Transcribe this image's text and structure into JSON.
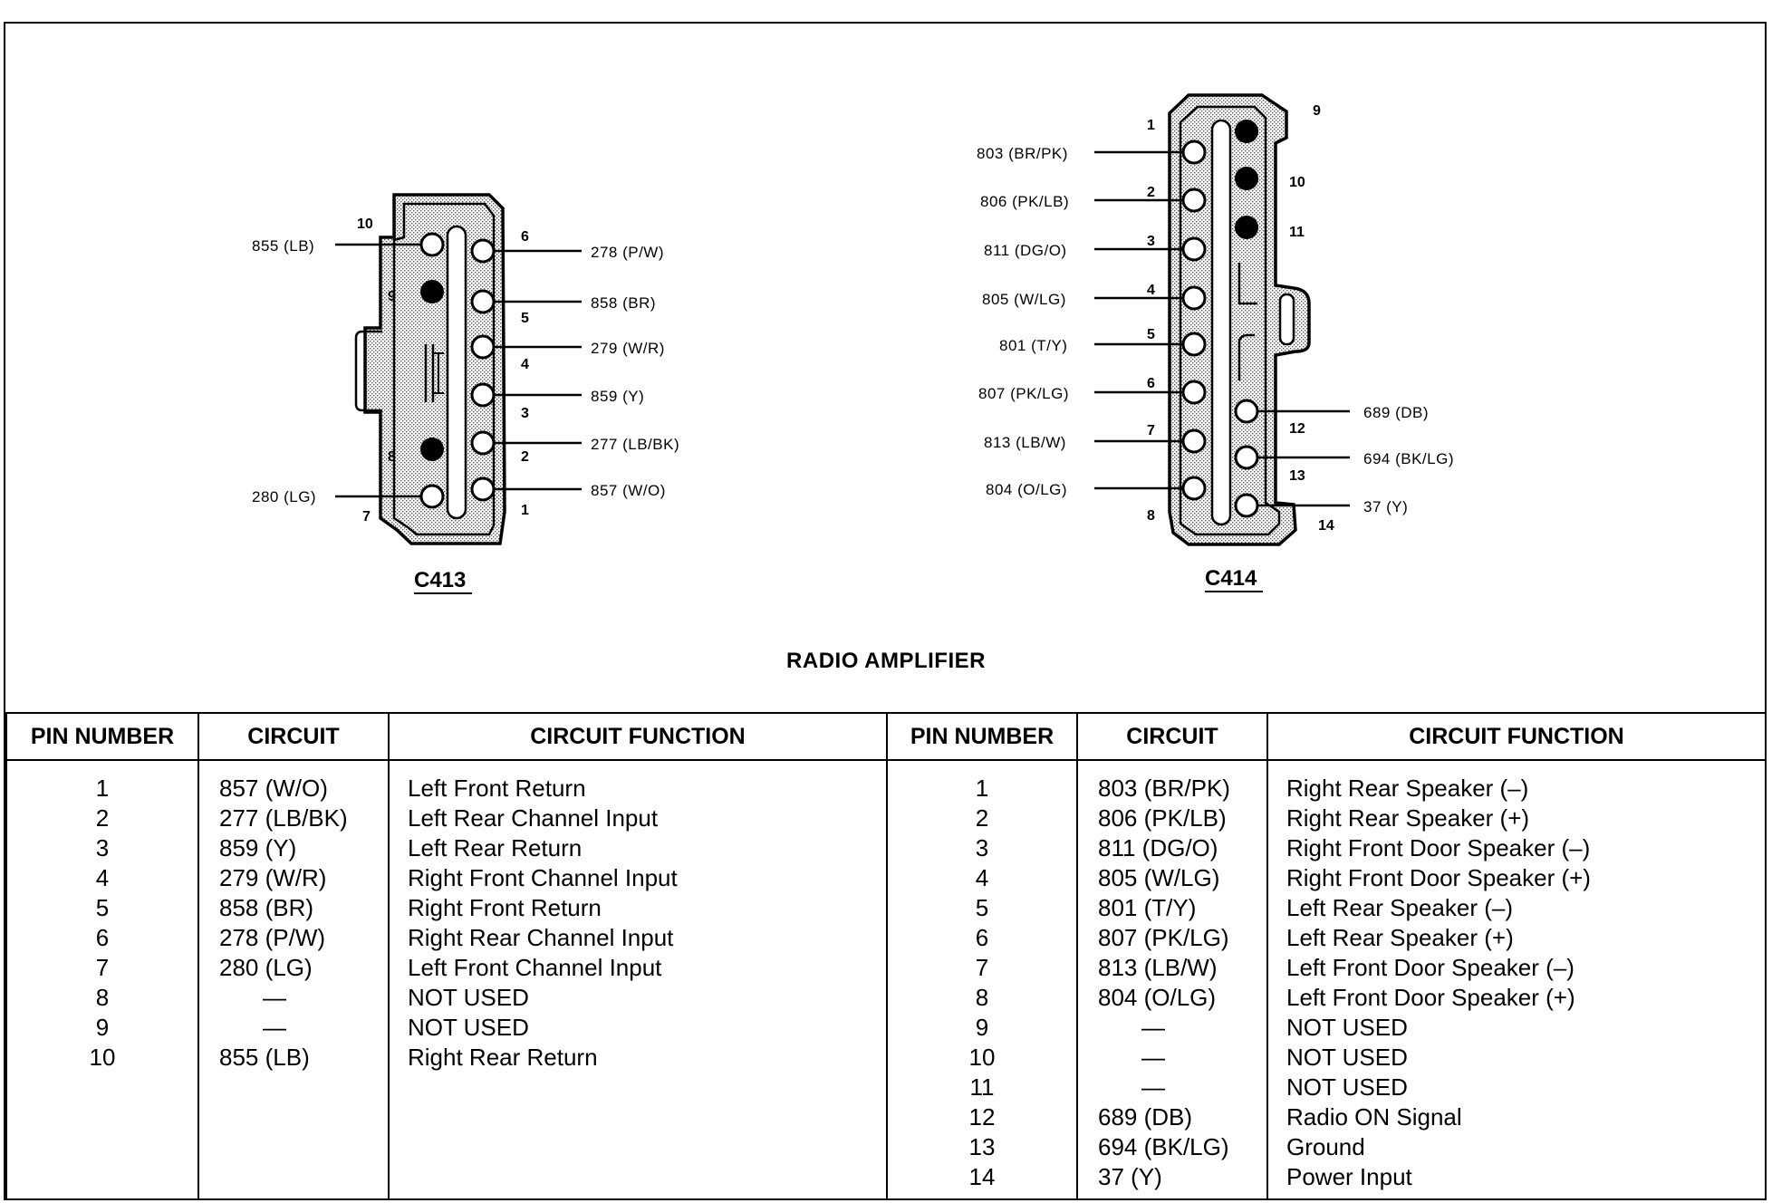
{
  "section_title": "RADIO AMPLIFIER",
  "connectors": {
    "c413": {
      "name": "C413",
      "pins": [
        {
          "num": "1",
          "circuit": "857 (W/O)"
        },
        {
          "num": "2",
          "circuit": "277 (LB/BK)"
        },
        {
          "num": "3",
          "circuit": "859 (Y)"
        },
        {
          "num": "4",
          "circuit": "279 (W/R)"
        },
        {
          "num": "5",
          "circuit": "858 (BR)"
        },
        {
          "num": "6",
          "circuit": "278 (P/W)"
        },
        {
          "num": "7",
          "circuit": "280 (LG)"
        },
        {
          "num": "8",
          "circuit": ""
        },
        {
          "num": "9",
          "circuit": ""
        },
        {
          "num": "10",
          "circuit": "855 (LB)"
        }
      ]
    },
    "c414": {
      "name": "C414",
      "pins": [
        {
          "num": "1",
          "circuit": "803 (BR/PK)"
        },
        {
          "num": "2",
          "circuit": "806 (PK/LB)"
        },
        {
          "num": "3",
          "circuit": "811 (DG/O)"
        },
        {
          "num": "4",
          "circuit": "805 (W/LG)"
        },
        {
          "num": "5",
          "circuit": "801 (T/Y)"
        },
        {
          "num": "6",
          "circuit": "807 (PK/LG)"
        },
        {
          "num": "7",
          "circuit": "813 (LB/W)"
        },
        {
          "num": "8",
          "circuit": "804 (O/LG)"
        },
        {
          "num": "9",
          "circuit": ""
        },
        {
          "num": "10",
          "circuit": ""
        },
        {
          "num": "11",
          "circuit": ""
        },
        {
          "num": "12",
          "circuit": "689 (DB)"
        },
        {
          "num": "13",
          "circuit": "694 (BK/LG)"
        },
        {
          "num": "14",
          "circuit": "37 (Y)"
        }
      ]
    }
  },
  "table": {
    "headers": {
      "pin_number": "PIN NUMBER",
      "circuit": "CIRCUIT",
      "circuit_function": "CIRCUIT FUNCTION"
    },
    "c413_rows": [
      {
        "pin": "1",
        "circuit": "857 (W/O)",
        "function": "Left Front Return"
      },
      {
        "pin": "2",
        "circuit": "277 (LB/BK)",
        "function": "Left Rear Channel Input"
      },
      {
        "pin": "3",
        "circuit": "859 (Y)",
        "function": "Left Rear Return"
      },
      {
        "pin": "4",
        "circuit": "279 (W/R)",
        "function": "Right Front Channel Input"
      },
      {
        "pin": "5",
        "circuit": "858 (BR)",
        "function": "Right Front Return"
      },
      {
        "pin": "6",
        "circuit": "278 (P/W)",
        "function": "Right Rear Channel Input"
      },
      {
        "pin": "7",
        "circuit": "280 (LG)",
        "function": "Left Front Channel Input"
      },
      {
        "pin": "8",
        "circuit": "—",
        "function": "NOT USED"
      },
      {
        "pin": "9",
        "circuit": "—",
        "function": "NOT USED"
      },
      {
        "pin": "10",
        "circuit": "855 (LB)",
        "function": "Right Rear Return"
      }
    ],
    "c414_rows": [
      {
        "pin": "1",
        "circuit": "803 (BR/PK)",
        "function": "Right Rear Speaker (–)"
      },
      {
        "pin": "2",
        "circuit": "806 (PK/LB)",
        "function": "Right Rear Speaker (+)"
      },
      {
        "pin": "3",
        "circuit": "811 (DG/O)",
        "function": "Right Front Door Speaker (–)"
      },
      {
        "pin": "4",
        "circuit": "805 (W/LG)",
        "function": "Right Front Door Speaker (+)"
      },
      {
        "pin": "5",
        "circuit": "801 (T/Y)",
        "function": "Left Rear Speaker (–)"
      },
      {
        "pin": "6",
        "circuit": "807 (PK/LG)",
        "function": "Left Rear Speaker (+)"
      },
      {
        "pin": "7",
        "circuit": "813 (LB/W)",
        "function": "Left Front Door Speaker (–)"
      },
      {
        "pin": "8",
        "circuit": "804 (O/LG)",
        "function": "Left Front Door Speaker (+)"
      },
      {
        "pin": "9",
        "circuit": "—",
        "function": "NOT USED"
      },
      {
        "pin": "10",
        "circuit": "—",
        "function": "NOT USED"
      },
      {
        "pin": "11",
        "circuit": "—",
        "function": "NOT USED"
      },
      {
        "pin": "12",
        "circuit": "689 (DB)",
        "function": "Radio ON Signal"
      },
      {
        "pin": "13",
        "circuit": "694 (BK/LG)",
        "function": "Ground"
      },
      {
        "pin": "14",
        "circuit": "37 (Y)",
        "function": "Power Input"
      }
    ]
  }
}
